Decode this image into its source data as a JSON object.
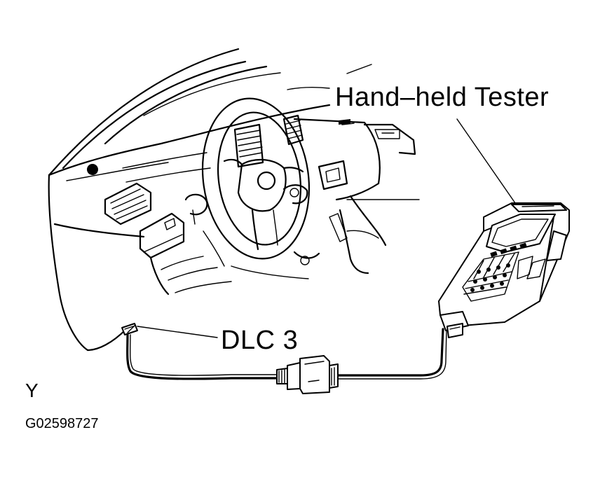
{
  "labels": {
    "tester": "Hand–held Tester",
    "dlc": "DLC 3",
    "view_letter": "Y",
    "figure_code": "G02598727"
  },
  "colors": {
    "ink": "#000000",
    "background": "#ffffff"
  }
}
